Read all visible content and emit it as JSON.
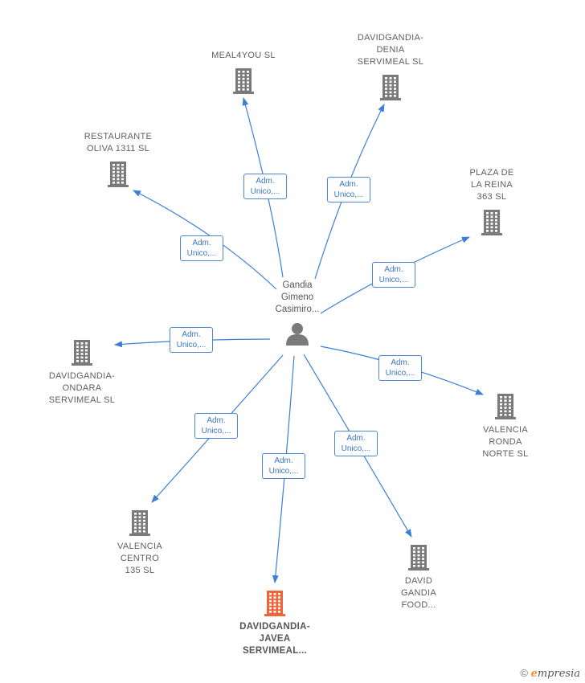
{
  "center": {
    "label": "Gandia\nGimeno\nCasimiro..."
  },
  "companies": [
    {
      "id": "meal4you",
      "label": "MEAL4YOU  SL",
      "highlight": false
    },
    {
      "id": "denia",
      "label": "DAVIDGANDIA-\nDENIA\nSERVIMEAL  SL",
      "highlight": false
    },
    {
      "id": "restaurante",
      "label": "RESTAURANTE\nOLIVA 1311  SL",
      "highlight": false
    },
    {
      "id": "plaza",
      "label": "PLAZA DE\nLA REINA\n363  SL",
      "highlight": false
    },
    {
      "id": "ondara",
      "label": "DAVIDGANDIA-\nONDARA\nSERVIMEAL  SL",
      "highlight": false
    },
    {
      "id": "ronda",
      "label": "VALENCIA\nRONDA\nNORTE SL",
      "highlight": false
    },
    {
      "id": "centro",
      "label": "VALENCIA\nCENTRO\n135  SL",
      "highlight": false
    },
    {
      "id": "food",
      "label": "DAVID\nGANDIA\nFOOD...",
      "highlight": false
    },
    {
      "id": "javea",
      "label": "DAVIDGANDIA-\nJAVEA\nSERVIMEAL...",
      "highlight": true
    }
  ],
  "edges": [
    {
      "to": "meal4you",
      "label": "Adm.\nUnico,..."
    },
    {
      "to": "denia",
      "label": "Adm.\nUnico,..."
    },
    {
      "to": "restaurante",
      "label": "Adm.\nUnico,..."
    },
    {
      "to": "plaza",
      "label": "Adm.\nUnico,..."
    },
    {
      "to": "ondara",
      "label": "Adm.\nUnico,..."
    },
    {
      "to": "ronda",
      "label": "Adm.\nUnico,..."
    },
    {
      "to": "centro",
      "label": "Adm.\nUnico,..."
    },
    {
      "to": "food",
      "label": "Adm.\nUnico,..."
    },
    {
      "to": "javea",
      "label": "Adm.\nUnico,..."
    }
  ],
  "colors": {
    "edge": "#3d7fd6",
    "building": "#7a7a7a",
    "building_highlight": "#f0643a"
  },
  "footer": {
    "copyright": "©",
    "brand_initial": "e",
    "brand_rest": "mpresia"
  }
}
